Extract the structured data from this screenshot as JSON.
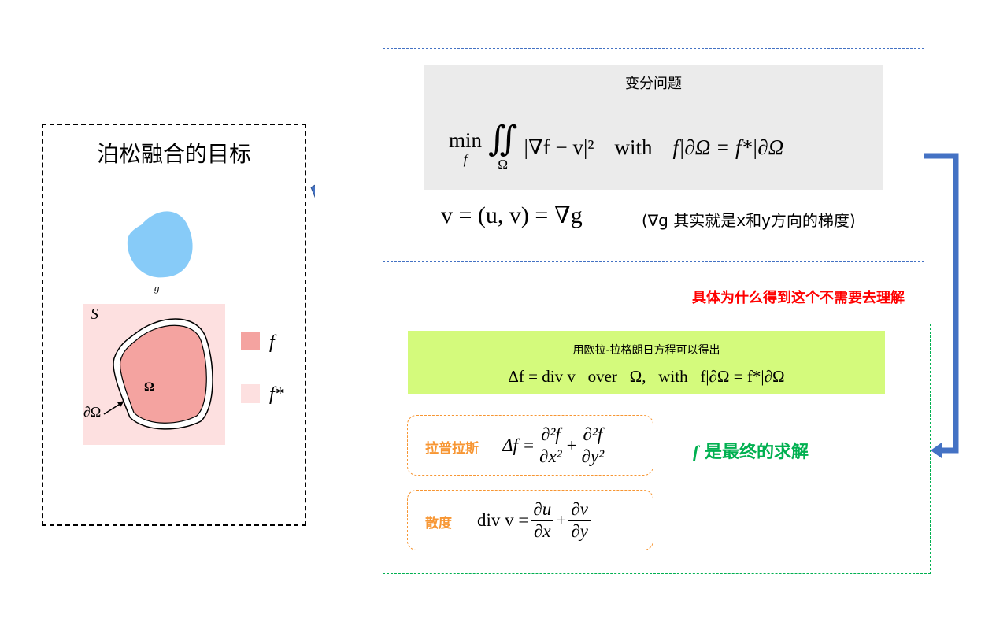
{
  "left_panel": {
    "title": "泊松融合的目标",
    "g_label": "g",
    "s_label": "S",
    "omega_label": "Ω",
    "boundary_label": "∂Ω",
    "legend": [
      {
        "label": "f",
        "color": "#f4a3a0"
      },
      {
        "label": "f*",
        "color": "#fde0e0"
      }
    ]
  },
  "variational": {
    "title": "变分问题",
    "formula": {
      "min": "min",
      "sub": "f",
      "integral": "∬",
      "domain": "Ω",
      "body": "|∇f − v|²",
      "with": "with",
      "bc": "f|∂Ω = f*|∂Ω"
    },
    "v_def": "v = (u, v) = ∇g",
    "note": "(∇g 其实就是x和y方向的梯度)"
  },
  "red_note": "具体为什么得到这个不需要去理解",
  "euler": {
    "title": "用欧拉-拉格朗日方程可以得出",
    "formula": "Δf = div v   over   Ω,   with   f|∂Ω = f*|∂Ω"
  },
  "laplacian": {
    "label": "拉普拉斯",
    "lhs": "Δf =",
    "num1": "∂²f",
    "den1": "∂x²",
    "plus": "+",
    "num2": "∂²f",
    "den2": "∂y²"
  },
  "divergence": {
    "label": "散度",
    "lhs": "div v =",
    "num1": "∂u",
    "den1": "∂x",
    "plus": "+",
    "num2": "∂v",
    "den2": "∂y"
  },
  "result_note": {
    "f": "f",
    "text": "是最终的求解"
  },
  "colors": {
    "blue": "#4472c4",
    "green": "#00b050",
    "orange": "#f79633",
    "red": "#ff0000",
    "lime": "#d4fa7c",
    "gray": "#ebebeb"
  }
}
